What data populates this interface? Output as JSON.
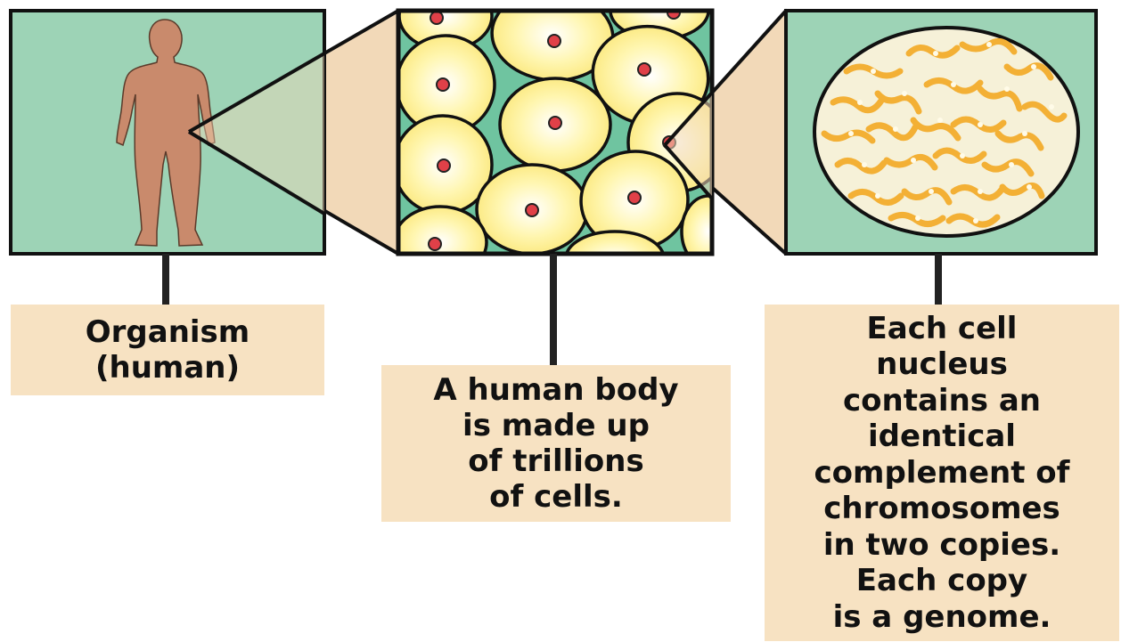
{
  "labels": {
    "organism": [
      "Organism",
      "(human)"
    ],
    "cells": [
      "A human body",
      "is made up",
      "of trillions",
      "of cells."
    ],
    "nucleus": [
      "Each cell",
      "nucleus",
      "contains an",
      "identical",
      "complement of",
      "chromosomes",
      "in two copies.",
      "Each copy",
      "is a genome."
    ]
  },
  "colors": {
    "panel_green": "#9dd3b6",
    "label_tan": "#f7e2c2",
    "body_brown": "#c98a6c",
    "cell_yellow": "#fff8a8",
    "nucleus_red": "#e04048",
    "chromosome_orange": "#f3b035",
    "nucleus_fill": "#f6f1d8"
  },
  "icons": {
    "organism": "human-silhouette-icon"
  }
}
